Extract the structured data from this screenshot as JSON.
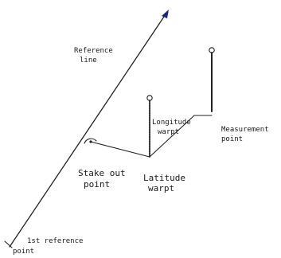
{
  "labels": {
    "reference_line_1": "Reference",
    "reference_line_2": "line",
    "longitude_warp_1": "Longitude",
    "longitude_warp_2": "warpt",
    "measurement_point_1": "Measurement",
    "measurement_point_2": "point",
    "stake_out_point_1": "Stake out",
    "stake_out_point_2": "point",
    "latitude_warp_1": "Latitude",
    "latitude_warp_2": "warpt",
    "first_reference_point_1": "1st reference",
    "first_reference_point_2": "point"
  },
  "colors": {
    "line": "#222222",
    "arrow": "#1a2a6e"
  }
}
